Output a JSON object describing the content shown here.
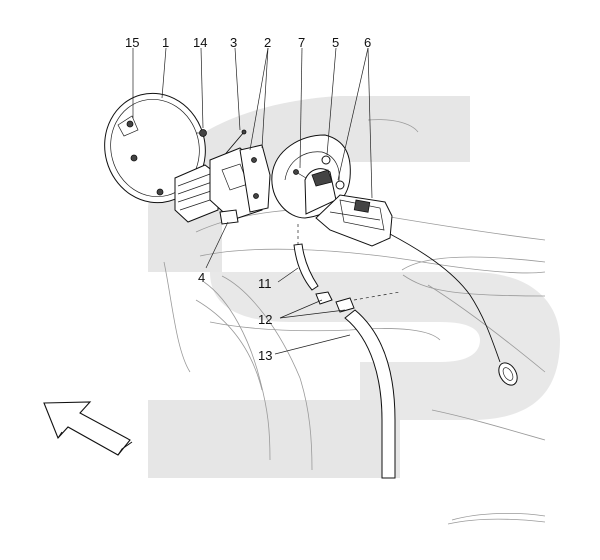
{
  "diagram": {
    "callouts": [
      {
        "id": "c15",
        "text": "15"
      },
      {
        "id": "c1",
        "text": "1"
      },
      {
        "id": "c14",
        "text": "14"
      },
      {
        "id": "c3",
        "text": "3"
      },
      {
        "id": "c2",
        "text": "2"
      },
      {
        "id": "c7",
        "text": "7"
      },
      {
        "id": "c5",
        "text": "5"
      },
      {
        "id": "c6",
        "text": "6"
      },
      {
        "id": "c4",
        "text": "4"
      },
      {
        "id": "c11",
        "text": "11"
      },
      {
        "id": "c12",
        "text": "12"
      },
      {
        "id": "c13",
        "text": "13"
      }
    ],
    "watermark_color": "#e6e6e6",
    "line_color": "#111111"
  }
}
